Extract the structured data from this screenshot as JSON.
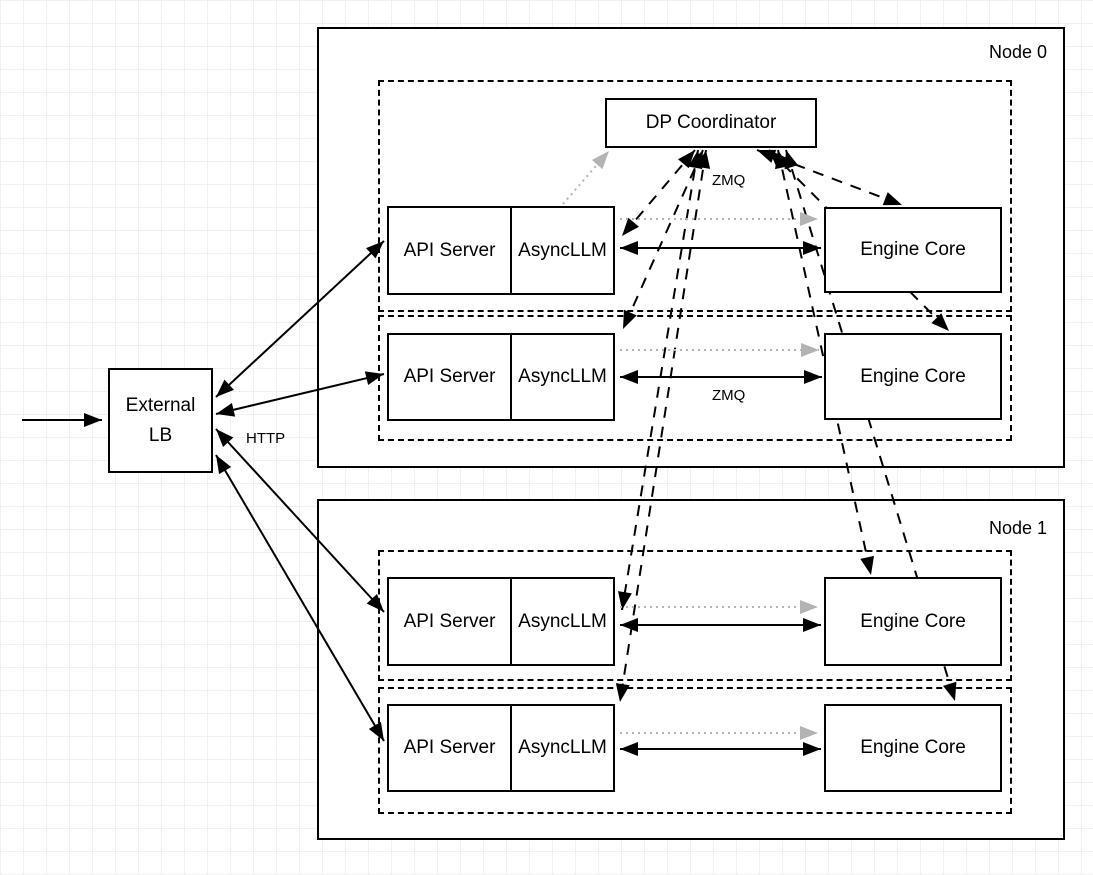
{
  "diagram": {
    "lb": {
      "line1": "External",
      "line2": "LB"
    },
    "coordinator": {
      "label": "DP Coordinator"
    },
    "edge_labels": {
      "http": "HTTP",
      "zmq_coordinator": "ZMQ",
      "zmq_engine": "ZMQ"
    },
    "nodes": [
      {
        "label": "Node 0",
        "rows": [
          {
            "api": "API Server",
            "async": "AsyncLLM",
            "engine": "Engine Core"
          },
          {
            "api": "API Server",
            "async": "AsyncLLM",
            "engine": "Engine Core"
          }
        ]
      },
      {
        "label": "Node 1",
        "rows": [
          {
            "api": "API Server",
            "async": "AsyncLLM",
            "engine": "Engine Core"
          },
          {
            "api": "API Server",
            "async": "AsyncLLM",
            "engine": "Engine Core"
          }
        ]
      }
    ],
    "colors": {
      "line": "#000000",
      "muted_arrow": "#b3b3b3",
      "grid": "#f0f0f0",
      "box_background": "#ffffff"
    }
  }
}
